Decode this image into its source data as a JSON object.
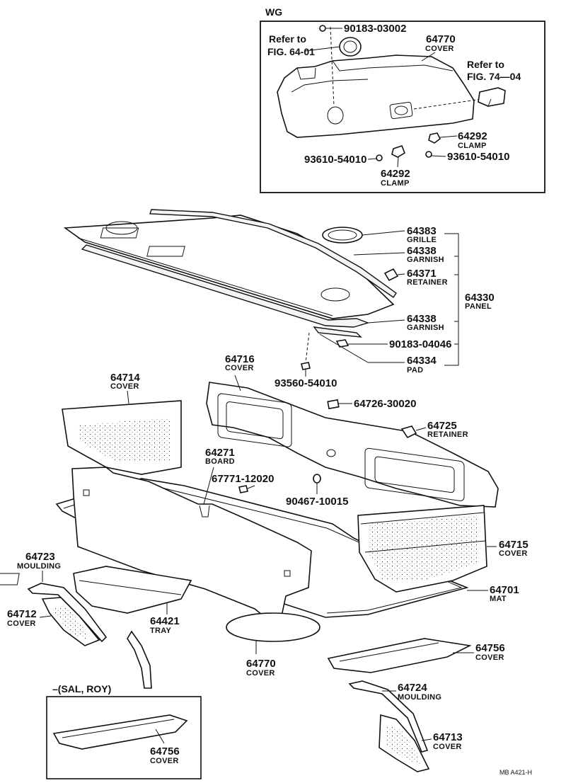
{
  "header": {
    "variant": "WG"
  },
  "inset_wg": {
    "refer_1": {
      "line1": "Refer to",
      "line2": "FIG. 64-01"
    },
    "refer_2": {
      "line1": "Refer to",
      "line2": "FIG. 74—04"
    },
    "parts": [
      {
        "key": "wg_90183",
        "number": "90183-03002",
        "name": ""
      },
      {
        "key": "wg_64770",
        "number": "64770",
        "name": "COVER"
      },
      {
        "key": "wg_64292a",
        "number": "64292",
        "name": "CLAMP"
      },
      {
        "key": "wg_93610b",
        "number": "93610-54010",
        "name": ""
      },
      {
        "key": "wg_93610a",
        "number": "93610-54010",
        "name": ""
      },
      {
        "key": "wg_64292b",
        "number": "64292",
        "name": "CLAMP"
      }
    ]
  },
  "parts": [
    {
      "key": "p64383",
      "number": "64383",
      "name": "GRILLE"
    },
    {
      "key": "p64338a",
      "number": "64338",
      "name": "GARNISH"
    },
    {
      "key": "p64371",
      "number": "64371",
      "name": "RETAINER"
    },
    {
      "key": "p64330",
      "number": "64330",
      "name": "PANEL"
    },
    {
      "key": "p64338b",
      "number": "64338",
      "name": "GARNISH"
    },
    {
      "key": "p90183",
      "number": "90183-04046",
      "name": ""
    },
    {
      "key": "p64334",
      "number": "64334",
      "name": "PAD"
    },
    {
      "key": "p93560",
      "number": "93560-54010",
      "name": ""
    },
    {
      "key": "p64716",
      "number": "64716",
      "name": "COVER"
    },
    {
      "key": "p64714",
      "number": "64714",
      "name": "COVER"
    },
    {
      "key": "p64726",
      "number": "64726-30020",
      "name": ""
    },
    {
      "key": "p64725",
      "number": "64725",
      "name": "RETAINER"
    },
    {
      "key": "p64271",
      "number": "64271",
      "name": "BOARD"
    },
    {
      "key": "p67771",
      "number": "67771-12020",
      "name": ""
    },
    {
      "key": "p90467",
      "number": "90467-10015",
      "name": ""
    },
    {
      "key": "p64715",
      "number": "64715",
      "name": "COVER"
    },
    {
      "key": "p64723",
      "number": "64723",
      "name": "MOULDING"
    },
    {
      "key": "p64701",
      "number": "64701",
      "name": "MAT"
    },
    {
      "key": "p64712",
      "number": "64712",
      "name": "COVER"
    },
    {
      "key": "p64421",
      "number": "64421",
      "name": "TRAY"
    },
    {
      "key": "p64770",
      "number": "64770",
      "name": "COVER"
    },
    {
      "key": "p64756a",
      "number": "64756",
      "name": "COVER"
    },
    {
      "key": "p64724",
      "number": "64724",
      "name": "MOULDING"
    },
    {
      "key": "p64713",
      "number": "64713",
      "name": "COVER"
    }
  ],
  "inset_sal": {
    "title": "–(SAL, ROY)",
    "part": {
      "number": "64756",
      "name": "COVER"
    }
  },
  "footer": {
    "code": "MB  A421-H"
  }
}
